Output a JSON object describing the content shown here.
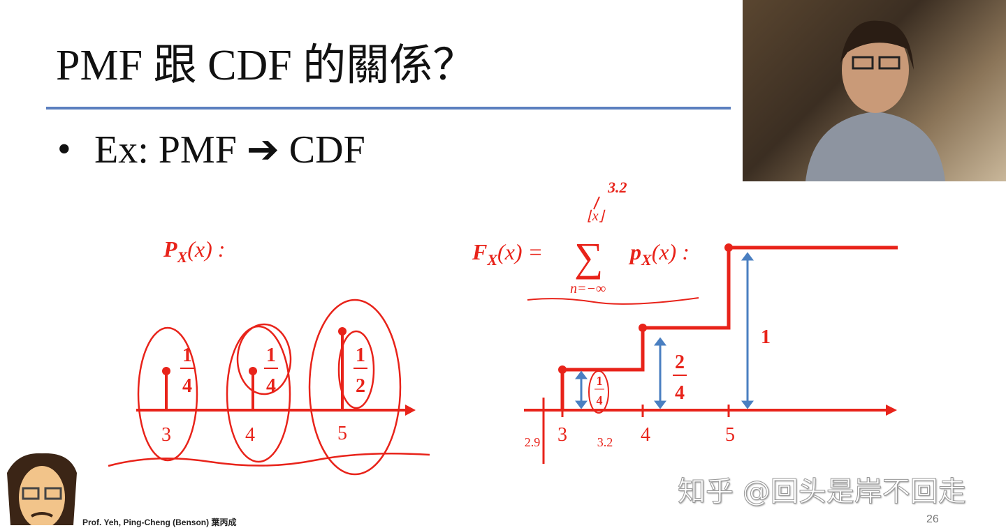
{
  "slide": {
    "title": "PMF 跟 CDF 的關係？",
    "bullet": "Ex: PMF ➔ CDF",
    "footer": "Prof. Yeh, Ping-Cheng (Benson) 葉丙成",
    "page_number": "26"
  },
  "pmf": {
    "label_main": "P",
    "label_sub": "X",
    "label_arg": "(x) :",
    "points": [
      {
        "x": "3",
        "num": "1",
        "den": "4"
      },
      {
        "x": "4",
        "num": "1",
        "den": "4"
      },
      {
        "x": "5",
        "num": "1",
        "den": "2"
      }
    ]
  },
  "cdf": {
    "lhs_main": "F",
    "lhs_sub": "X",
    "lhs_arg": "(x) =",
    "sum_upper": "⌊x⌋",
    "sum_lower": "n=−∞",
    "rhs_main": "p",
    "rhs_sub": "X",
    "rhs_arg": "(x) :",
    "annotation_upper": "3.2",
    "ticks": [
      "3",
      "4",
      "5"
    ],
    "handwritten_ticks": [
      "2.9",
      "3.2"
    ],
    "jumps": [
      {
        "num": "1",
        "den": "4"
      },
      {
        "num": "2",
        "den": "4"
      },
      {
        "value": "1"
      }
    ]
  },
  "watermark": "知乎 @回头是岸不回走",
  "colors": {
    "ink": "#e8231a",
    "arrow": "#4a7fc1",
    "rule": "#5b7fbf"
  }
}
